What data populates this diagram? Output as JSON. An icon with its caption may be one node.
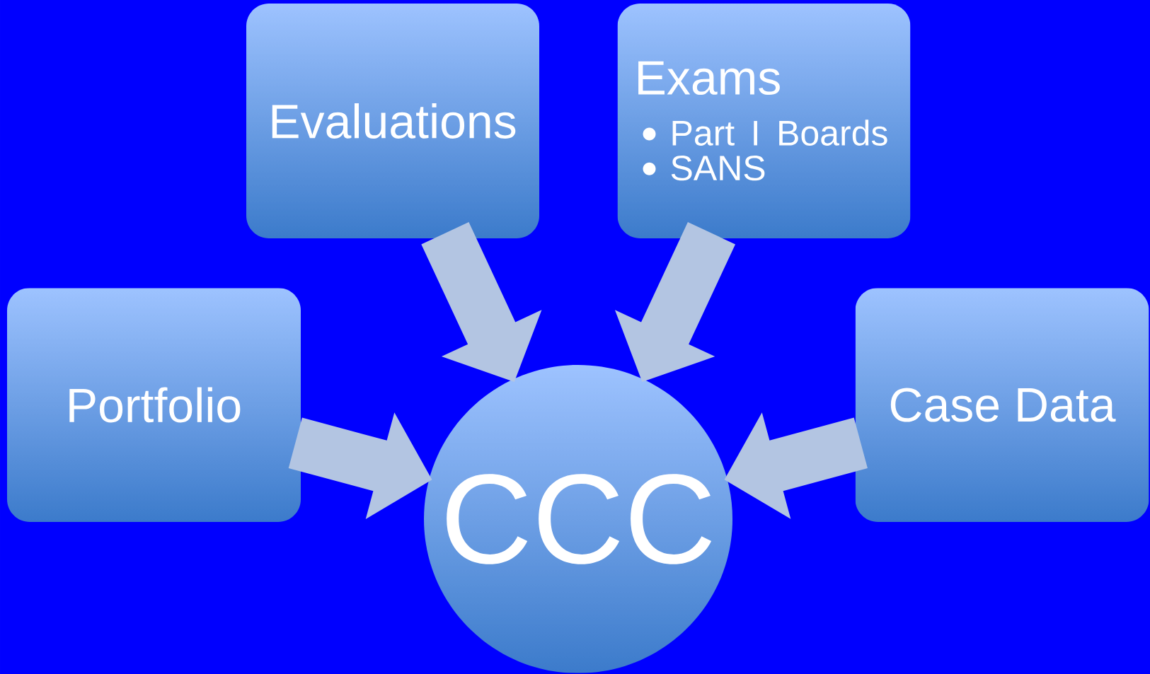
{
  "diagram": {
    "nodes": [
      {
        "text": [
          "Evaluations"
        ]
      },
      {
        "text": [
          "Exams",
          "Part I Boards",
          "SANS"
        ]
      },
      {
        "text": [
          "Portfolio"
        ]
      },
      {
        "text": [
          "Case Data"
        ]
      },
      {
        "text": [
          "CCC"
        ]
      }
    ],
    "edges": [
      {
        "from": 0,
        "to": 4,
        "arrow": "to"
      },
      {
        "from": 1,
        "to": 4,
        "arrow": "to"
      },
      {
        "from": 2,
        "to": 4,
        "arrow": "to"
      },
      {
        "from": 3,
        "to": 4,
        "arrow": "to"
      }
    ]
  }
}
